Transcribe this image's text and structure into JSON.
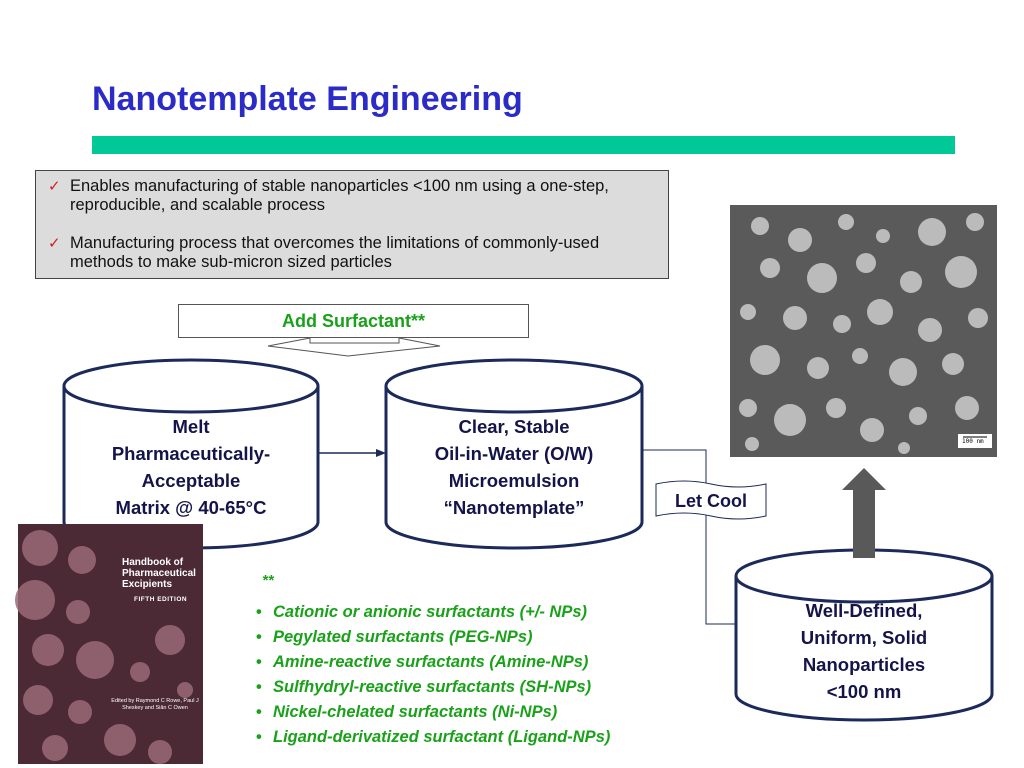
{
  "title": "Nanotemplate Engineering",
  "bullets": [
    "Enables manufacturing of stable nanoparticles <100 nm using a one-step, reproducible, and scalable process",
    "Manufacturing process that overcomes the limitations of commonly-used methods to make sub-micron sized particles"
  ],
  "check_icon": "✓",
  "add_surfactant": "Add Surfactant**",
  "nodes": {
    "melt": [
      "Melt",
      "Pharmaceutically-",
      "Acceptable",
      "Matrix @ 40-65°C"
    ],
    "microemulsion": [
      "Clear, Stable",
      "Oil-in-Water (O/W)",
      "Microemulsion",
      "“Nanotemplate”"
    ],
    "nanoparticles": [
      "Well-Defined,",
      "Uniform, Solid",
      "Nanoparticles",
      "<100 nm"
    ]
  },
  "let_cool": "Let Cool",
  "surfactants": {
    "marker": "**",
    "bullet_glyph": "•",
    "items": [
      "Cationic or anionic surfactants (+/- NPs)",
      "Pegylated surfactants (PEG-NPs)",
      "Amine-reactive surfactants (Amine-NPs)",
      "Sulfhydryl-reactive surfactants (SH-NPs)",
      "Nickel-chelated surfactants (Ni-NPs)",
      "Ligand-derivatized surfactant (Ligand-NPs)"
    ]
  },
  "micrograph_scale": "100 nm",
  "book": {
    "title": "Handbook of Pharmaceutical Excipients",
    "edition": "FIFTH EDITION",
    "editors": "Edited by Raymond C Rowe, Paul J Sheskey and Siân C Owen"
  },
  "colors": {
    "title": "#2b2bc8",
    "title_bar": "#00c896",
    "cylinder_border": "#1b2a5a",
    "node_text": "#14144a",
    "surfactant_text": "#19a219",
    "check": "#d21e1e",
    "up_arrow": "#595959"
  }
}
